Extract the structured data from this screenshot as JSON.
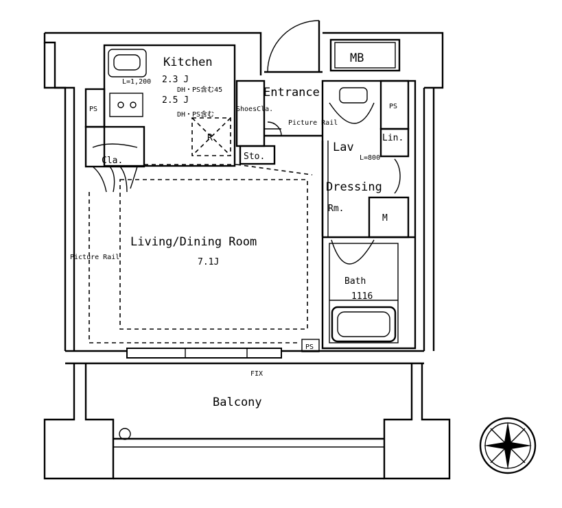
{
  "rooms": {
    "kitchen": "Kitchen",
    "kitchen_len": "L=1,200",
    "kitchen_area1": "2.3 J",
    "kitchen_area2": "2.5 J",
    "kitchen_note1": "DH・PS含む45",
    "kitchen_note2": "DH・PS含む",
    "mb": "MB",
    "entrance": "Entrance",
    "shoe_closet": "ShoesCla.",
    "picture_rail_top": "Picture Rail",
    "ps_left": "PS",
    "ps_right": "PS",
    "ps_bottom": "PS",
    "closet": "Cla.",
    "storage": "Sto.",
    "lav": "Lav",
    "lin": "Lin.",
    "lav_len": "L=800",
    "dressing": "Dressing",
    "dressing_rm": "Rm.",
    "washer": "M",
    "living": "Living/Dining Room",
    "living_area": "7.1J",
    "picture_rail_left": "Picture Rail",
    "bath": "Bath",
    "bath_size": "1116",
    "fix": "FIX",
    "balcony": "Balcony",
    "fridge": "R"
  }
}
